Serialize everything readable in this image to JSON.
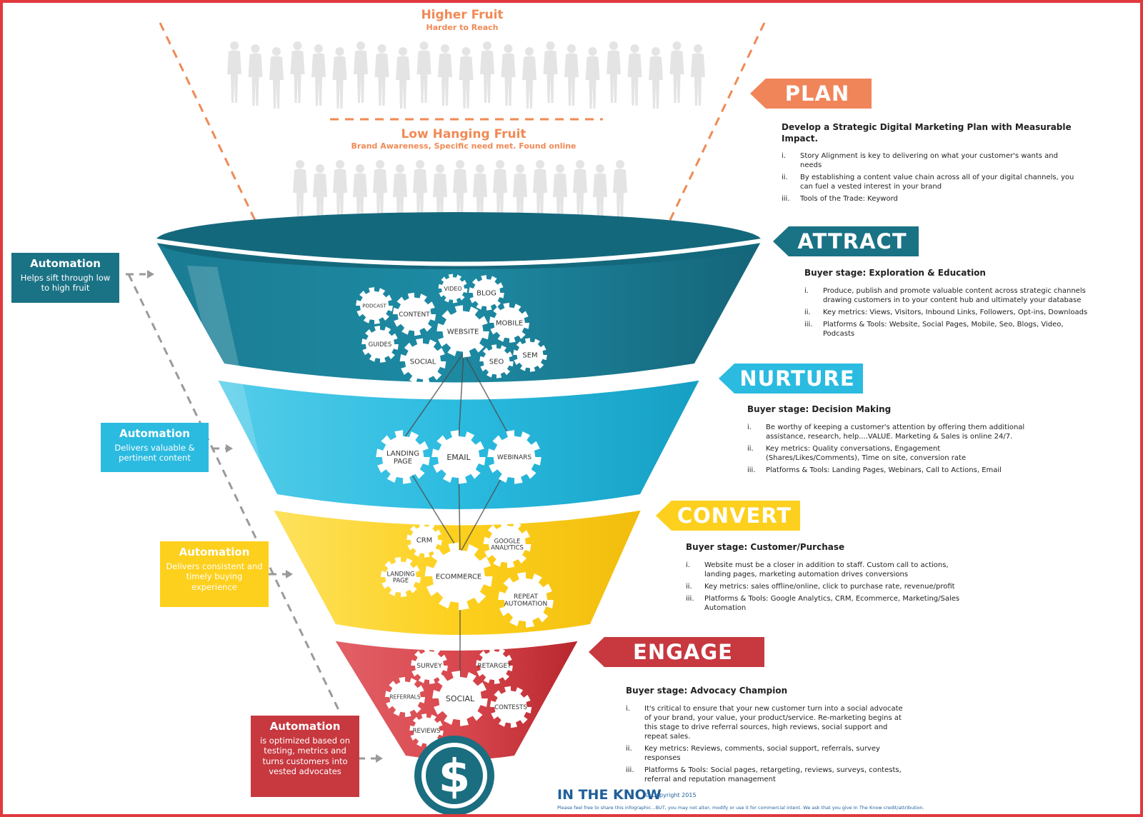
{
  "header": {
    "higher_fruit": "Higher Fruit",
    "higher_sub": "Harder to Reach",
    "low_fruit": "Low Hanging Fruit",
    "low_sub": "Brand Awareness, Specific need met. Found online"
  },
  "colors": {
    "plan": "#f0855a",
    "attract": "#1a7285",
    "attract_band": "#198aa3",
    "nurture": "#2bbbe0",
    "convert": "#fdd01e",
    "engage": "#c7383f",
    "orange_dash": "#ef8a55",
    "gear": "#ffffff"
  },
  "stages": [
    {
      "key": "plan",
      "label": "PLAN",
      "heading": "Develop a Strategic Digital Marketing Plan with Measurable Impact.",
      "items": [
        {
          "num": "i.",
          "text": "Story Alignment is key to delivering on what your customer's wants and needs"
        },
        {
          "num": "ii.",
          "text": "By establishing a content value chain across all of your digital channels, you can fuel a vested interest in your brand"
        },
        {
          "num": "iii.",
          "text": "Tools of the Trade:  Keyword"
        }
      ]
    },
    {
      "key": "attract",
      "label": "ATTRACT",
      "heading": "Buyer stage: Exploration & Education",
      "items": [
        {
          "num": "i.",
          "text": "Produce, publish and promote valuable content across strategic channels drawing customers in to your content hub and ultimately your database"
        },
        {
          "num": "ii.",
          "text": "Key metrics:  Views, Visitors, Inbound Links, Followers, Opt-ins, Downloads"
        },
        {
          "num": "iii.",
          "text": "Platforms & Tools:  Website, Social Pages, Mobile, Seo, Blogs, Video, Podcasts"
        }
      ]
    },
    {
      "key": "nurture",
      "label": "NURTURE",
      "heading": "Buyer stage:  Decision Making",
      "items": [
        {
          "num": "i.",
          "text": "Be worthy of keeping a customer's attention by offering them additional assistance, research, help....VALUE.  Marketing & Sales is online 24/7."
        },
        {
          "num": "ii.",
          "text": "Key metrics:   Quality conversations, Engagement (Shares/Likes/Comments), Time on site, conversion rate"
        },
        {
          "num": "iii.",
          "text": "Platforms & Tools:  Landing Pages, Webinars, Call to Actions, Email"
        }
      ]
    },
    {
      "key": "convert",
      "label": "CONVERT",
      "heading": "Buyer stage:  Customer/Purchase",
      "items": [
        {
          "num": "i.",
          "text": "Website must be a closer in addition to staff.  Custom call to actions, landing pages, marketing automation drives conversions"
        },
        {
          "num": "ii.",
          "text": "Key metrics:  sales offline/online, click to purchase rate, revenue/profit"
        },
        {
          "num": "iii.",
          "text": "Platforms & Tools:  Google Analytics, CRM, Ecommerce, Marketing/Sales Automation"
        }
      ]
    },
    {
      "key": "engage",
      "label": "ENGAGE",
      "heading": "Buyer stage: Advocacy Champion",
      "items": [
        {
          "num": "i.",
          "text": "It's critical to ensure that your new customer turn into a social advocate of your brand, your value, your product/service.  Re-marketing begins at this stage to drive referral sources, high reviews, social support and repeat sales."
        },
        {
          "num": "ii.",
          "text": "Key metrics:  Reviews, comments, social support, referrals, survey responses"
        },
        {
          "num": "iii.",
          "text": "Platforms & Tools:  Social pages, retargeting, reviews, surveys, contests, referral and reputation management"
        }
      ]
    }
  ],
  "automation": [
    {
      "title": "Automation",
      "desc": "Helps sift through low to high fruit"
    },
    {
      "title": "Automation",
      "desc": "Delivers valuable & pertinent content"
    },
    {
      "title": "Automation",
      "desc": "Delivers consistent and timely buying experience"
    },
    {
      "title": "Automation",
      "desc": "is optimized based on testing, metrics and turns customers into vested advocates"
    }
  ],
  "gears": {
    "attract": [
      "PODCAST",
      "VIDEO",
      "BLOG",
      "CONTENT",
      "WEBSITE",
      "MOBILE",
      "GUIDES",
      "SOCIAL",
      "SEO",
      "SEM"
    ],
    "nurture": [
      "LANDING PAGE",
      "EMAIL",
      "WEBINARS"
    ],
    "convert": [
      "CRM",
      "GOOGLE ANALYTICS",
      "LANDING PAGE",
      "ECOMMERCE",
      "REPEAT AUTOMATION"
    ],
    "engage": [
      "SURVEY",
      "RETARGET",
      "REFERRALS",
      "SOCIAL",
      "CONTESTS",
      "REVIEWS"
    ]
  },
  "footer": {
    "logo": "IN THE KNOW",
    "copyright": "© Copyright 2015",
    "permission": "Please feel free to share this infographic...BUT, you may not alter, modify or use it for commercial intent.  We ask that you give In The Know credit/attribution."
  }
}
